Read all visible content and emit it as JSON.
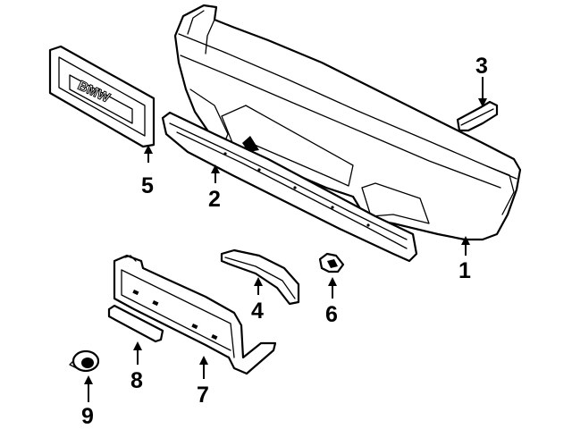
{
  "callouts": [
    {
      "id": "1",
      "label": "1",
      "part": "bumper-cover"
    },
    {
      "id": "2",
      "label": "2",
      "part": "reinforcement-bar"
    },
    {
      "id": "3",
      "label": "3",
      "part": "side-bracket"
    },
    {
      "id": "4",
      "label": "4",
      "part": "corner-trim"
    },
    {
      "id": "5",
      "label": "5",
      "part": "emblem-plate"
    },
    {
      "id": "6",
      "label": "6",
      "part": "mounting-clip"
    },
    {
      "id": "7",
      "label": "7",
      "part": "license-plate-bracket"
    },
    {
      "id": "8",
      "label": "8",
      "part": "trim-strip"
    },
    {
      "id": "9",
      "label": "9",
      "part": "fog-lamp-bulb"
    }
  ],
  "emblem_text": "BMW"
}
